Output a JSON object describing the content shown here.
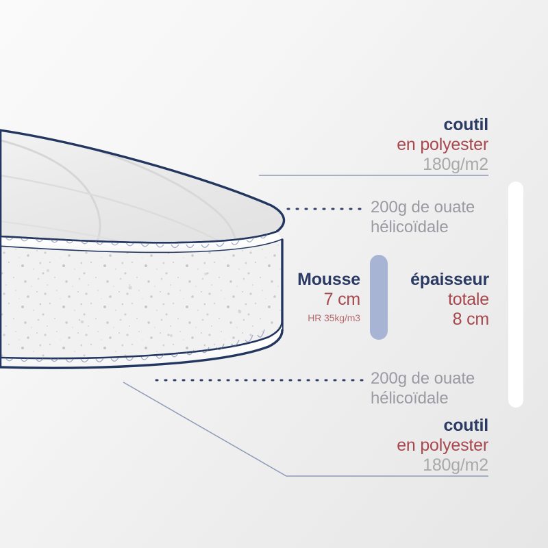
{
  "page": {
    "title": "Coupe de matelas - composition",
    "background_top": "#fafafa",
    "background_bottom": "#e6e6e6"
  },
  "colors": {
    "navy": "#2a3a63",
    "red": "#a8474d",
    "gray": "#a9a9a9",
    "gray_callout": "#9a9aa2",
    "rose": "#b56a6d",
    "rule": "#8f9ab8",
    "foam_bar": "#a8b4d4",
    "total_bar": "#ffffff"
  },
  "callouts": {
    "top_cover": {
      "line1": "coutil",
      "line2": "en polyester",
      "line3": "180g/m2"
    },
    "top_wadding": {
      "line1": "200g de ouate",
      "line2": "hélicoïdale"
    },
    "foam": {
      "line1": "Mousse",
      "line2": "7 cm",
      "line3": "HR 35kg/m3"
    },
    "total_thickness": {
      "line1": "épaisseur",
      "line2": "totale",
      "line3": "8 cm"
    },
    "bottom_wadding": {
      "line1": "200g de ouate",
      "line2": "hélicoïdale"
    },
    "bottom_cover": {
      "line1": "coutil",
      "line2": "en polyester",
      "line3": "180g/m2"
    }
  },
  "measurements": {
    "foam_bar_label": "7 cm",
    "total_bar_label": "8 cm"
  }
}
